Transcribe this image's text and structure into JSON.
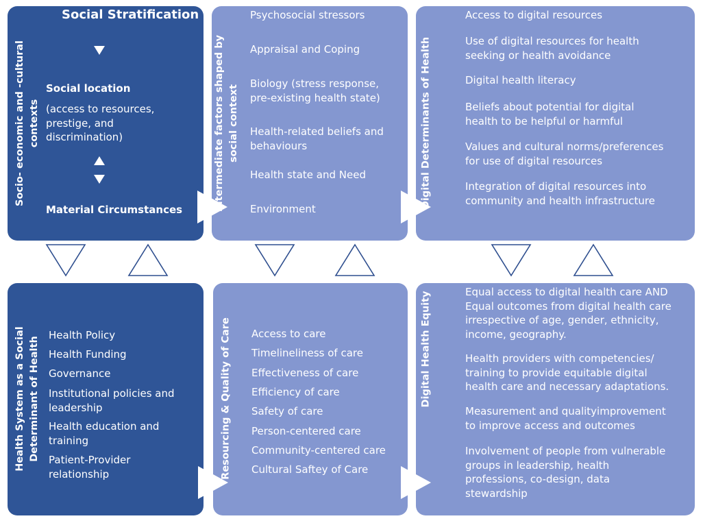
{
  "colors": {
    "dark_box": "#2f5597",
    "light_box": "#8497d0",
    "outline": "#2f4f8f",
    "text": "#ffffff"
  },
  "box1": {
    "side_label_line1": "Socio- economic and -cultural",
    "side_label_line2": "contexts",
    "header": "Social Stratification",
    "social_location": "Social location",
    "social_location_detail_1": "(access to resources,",
    "social_location_detail_2": "prestige, and",
    "social_location_detail_3": "discrimination)",
    "material": "Material Circumstances"
  },
  "box2": {
    "side_label_line1": "Intermediate factors shaped by",
    "side_label_line2": "social context",
    "items": [
      [
        "Psychosocial stressors"
      ],
      [
        "Appraisal and Coping"
      ],
      [
        "Biology (stress response,",
        "pre-existing health state)"
      ],
      [
        "Health-related beliefs and",
        "behaviours"
      ],
      [
        "Health state and Need"
      ],
      [
        "Environment"
      ]
    ]
  },
  "box3": {
    "side_label": "Digital Determinants of Health",
    "items": [
      [
        "Access to digital resources"
      ],
      [
        "Use of digital resources for health",
        "seeking or health avoidance"
      ],
      [
        "Digital health literacy"
      ],
      [
        "Beliefs about potential for digital",
        "health to be helpful or harmful"
      ],
      [
        "Values and cultural norms/preferences",
        "for use of digital resources"
      ],
      [
        "Integration of digital resources into",
        "community and health infrastructure"
      ]
    ]
  },
  "box4": {
    "side_label_line1": "Health System as a Social",
    "side_label_line2": "Determinant of Health",
    "items": [
      [
        "Health Policy"
      ],
      [
        "Health Funding"
      ],
      [
        "Governance"
      ],
      [
        "Institutional policies and",
        "leadership"
      ],
      [
        "Health education and",
        "training"
      ],
      [
        "Patient-Provider",
        "relationship"
      ]
    ]
  },
  "box5": {
    "side_label": "Resourcing & Quality of Care",
    "items": [
      [
        "Access to care"
      ],
      [
        "Timelineliness of care"
      ],
      [
        "Effectiveness of care"
      ],
      [
        "Efficiency of care"
      ],
      [
        "Safety of care"
      ],
      [
        "Person-centered care"
      ],
      [
        "Community-centered care"
      ],
      [
        "Cultural Saftey of Care"
      ]
    ]
  },
  "box6": {
    "side_label": "Digital Health Equity",
    "items": [
      [
        "Equal access to digital health care AND",
        "Equal outcomes from digital health care",
        "irrespective of age, gender, ethnicity,",
        "income, geography."
      ],
      [
        "Health providers with competencies/",
        "training to provide equitable digital",
        "health care and necessary adaptations."
      ],
      [
        "Measurement and qualityimprovement",
        "to improve access and outcomes"
      ],
      [
        "Involvement of people from vulnerable",
        "groups in leadership, health",
        "professions, co-design, data",
        "stewardship"
      ]
    ]
  }
}
